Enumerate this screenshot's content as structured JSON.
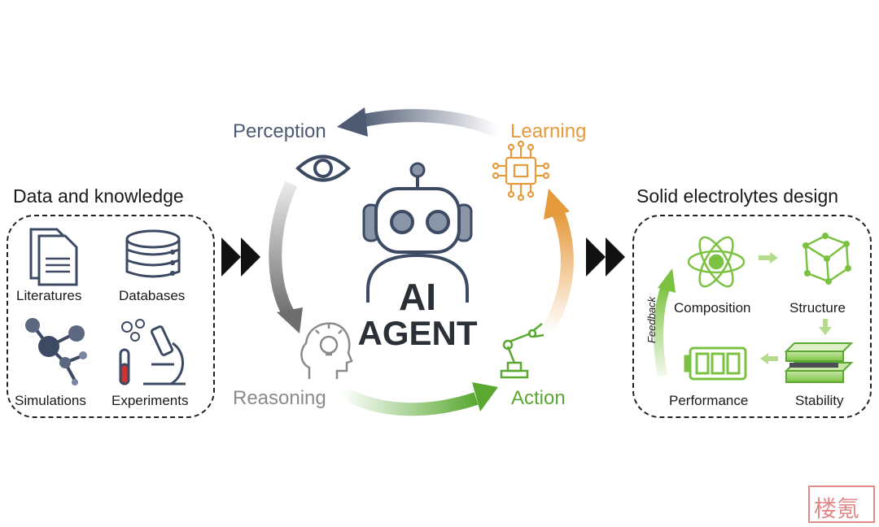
{
  "left_panel": {
    "title": "Data and knowledge",
    "items": [
      "Literatures",
      "Databases",
      "Simulations",
      "Experiments"
    ]
  },
  "center": {
    "title_line1": "AI",
    "title_line2": "AGENT",
    "cycle": {
      "perception": "Perception",
      "learning": "Learning",
      "reasoning": "Reasoning",
      "action": "Action"
    }
  },
  "right_panel": {
    "title": "Solid electrolytes design",
    "items": [
      "Composition",
      "Structure",
      "Stability",
      "Performance"
    ],
    "feedback": "Feedback"
  },
  "colors": {
    "perception": "#4e5a72",
    "learning": "#e59a3c",
    "reasoning": "#8a8a8a",
    "action": "#5aa832",
    "green": "#7cc242",
    "dark": "#3c4a63"
  },
  "watermark": "楼氪"
}
